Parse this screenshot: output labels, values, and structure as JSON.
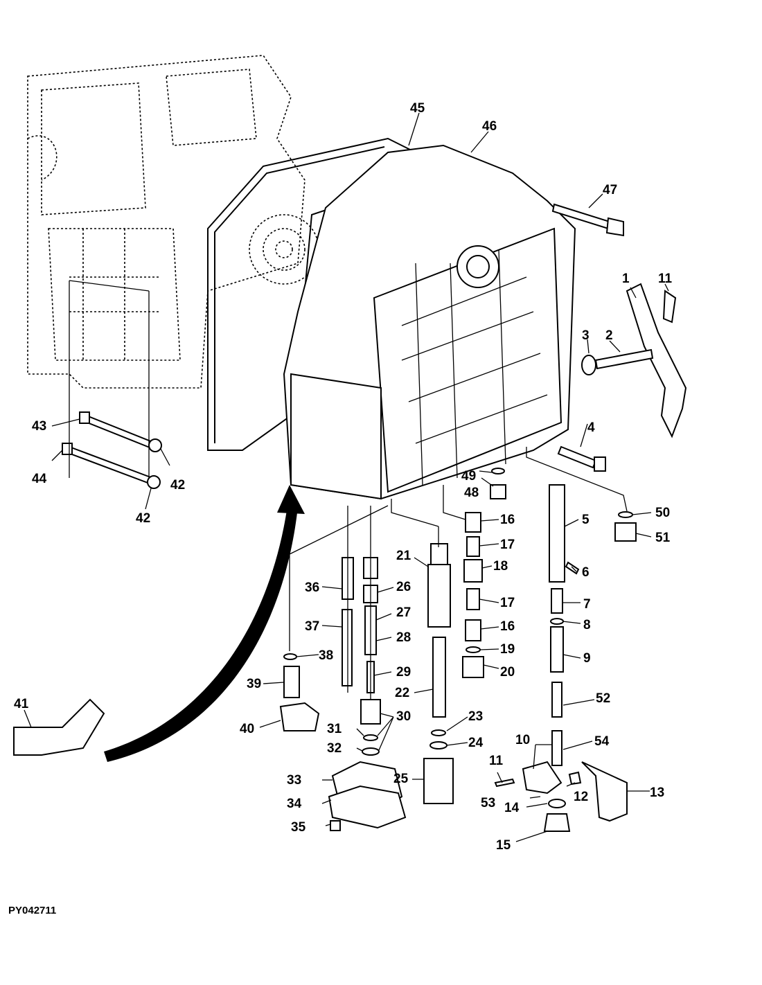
{
  "figure_code": "PY042711",
  "callouts": [
    {
      "id": "1",
      "label": "1"
    },
    {
      "id": "2",
      "label": "2"
    },
    {
      "id": "3",
      "label": "3"
    },
    {
      "id": "4",
      "label": "4"
    },
    {
      "id": "5",
      "label": "5"
    },
    {
      "id": "6",
      "label": "6"
    },
    {
      "id": "7",
      "label": "7"
    },
    {
      "id": "8",
      "label": "8"
    },
    {
      "id": "9",
      "label": "9"
    },
    {
      "id": "10",
      "label": "10"
    },
    {
      "id": "11a",
      "label": "11"
    },
    {
      "id": "11b",
      "label": "11"
    },
    {
      "id": "12",
      "label": "12"
    },
    {
      "id": "13",
      "label": "13"
    },
    {
      "id": "14",
      "label": "14"
    },
    {
      "id": "15",
      "label": "15"
    },
    {
      "id": "16a",
      "label": "16"
    },
    {
      "id": "16b",
      "label": "16"
    },
    {
      "id": "17a",
      "label": "17"
    },
    {
      "id": "17b",
      "label": "17"
    },
    {
      "id": "18",
      "label": "18"
    },
    {
      "id": "19",
      "label": "19"
    },
    {
      "id": "20",
      "label": "20"
    },
    {
      "id": "21",
      "label": "21"
    },
    {
      "id": "22",
      "label": "22"
    },
    {
      "id": "23",
      "label": "23"
    },
    {
      "id": "24",
      "label": "24"
    },
    {
      "id": "25",
      "label": "25"
    },
    {
      "id": "26",
      "label": "26"
    },
    {
      "id": "27",
      "label": "27"
    },
    {
      "id": "28",
      "label": "28"
    },
    {
      "id": "29",
      "label": "29"
    },
    {
      "id": "30",
      "label": "30"
    },
    {
      "id": "31",
      "label": "31"
    },
    {
      "id": "32",
      "label": "32"
    },
    {
      "id": "33",
      "label": "33"
    },
    {
      "id": "34",
      "label": "34"
    },
    {
      "id": "35",
      "label": "35"
    },
    {
      "id": "36",
      "label": "36"
    },
    {
      "id": "37",
      "label": "37"
    },
    {
      "id": "38",
      "label": "38"
    },
    {
      "id": "39",
      "label": "39"
    },
    {
      "id": "40",
      "label": "40"
    },
    {
      "id": "41",
      "label": "41"
    },
    {
      "id": "42a",
      "label": "42"
    },
    {
      "id": "42b",
      "label": "42"
    },
    {
      "id": "43",
      "label": "43"
    },
    {
      "id": "44",
      "label": "44"
    },
    {
      "id": "45",
      "label": "45"
    },
    {
      "id": "46",
      "label": "46"
    },
    {
      "id": "47",
      "label": "47"
    },
    {
      "id": "48",
      "label": "48"
    },
    {
      "id": "49",
      "label": "49"
    },
    {
      "id": "50",
      "label": "50"
    },
    {
      "id": "51",
      "label": "51"
    },
    {
      "id": "52",
      "label": "52"
    },
    {
      "id": "53",
      "label": "53"
    },
    {
      "id": "54",
      "label": "54"
    }
  ]
}
